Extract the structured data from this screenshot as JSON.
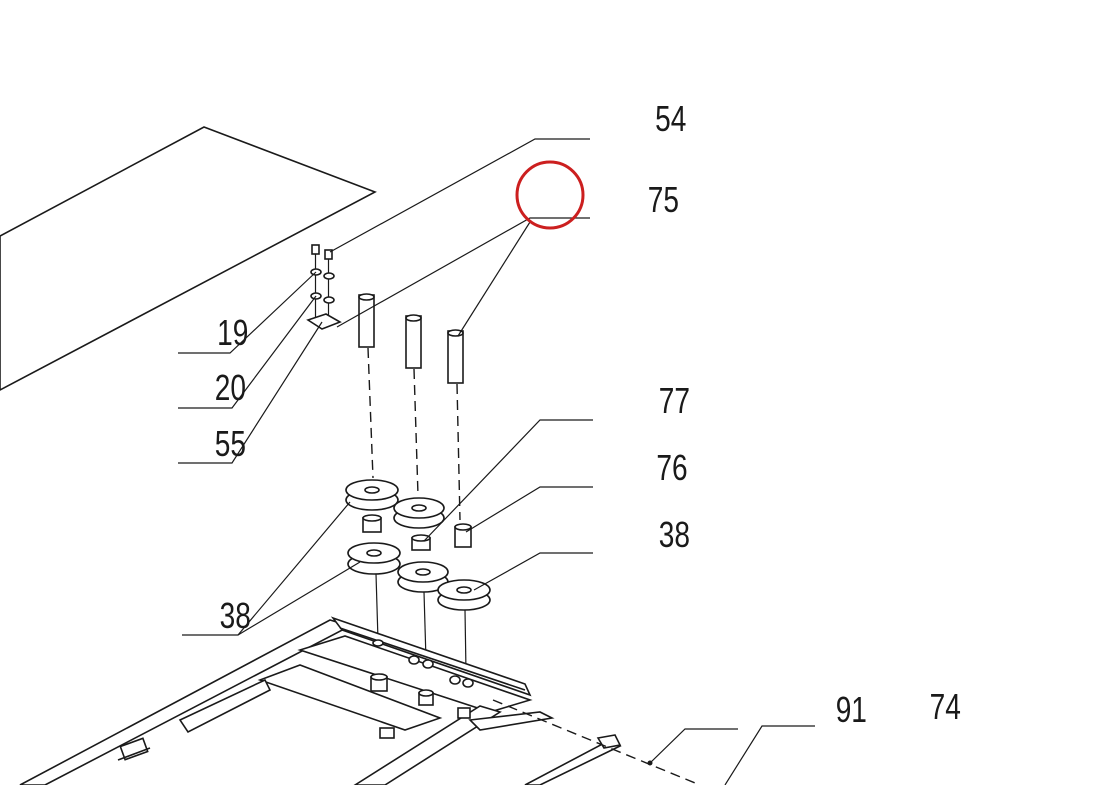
{
  "callouts": {
    "c54": "54",
    "c75": "75",
    "c19": "19",
    "c20": "20",
    "c55": "55",
    "c77": "77",
    "c76": "76",
    "c38_right": "38",
    "c38_left": "38",
    "c91": "91",
    "c74": "74"
  },
  "highlight": {
    "target": "75",
    "color": "#cc1f1f"
  },
  "line_color": "#1a1a1a"
}
